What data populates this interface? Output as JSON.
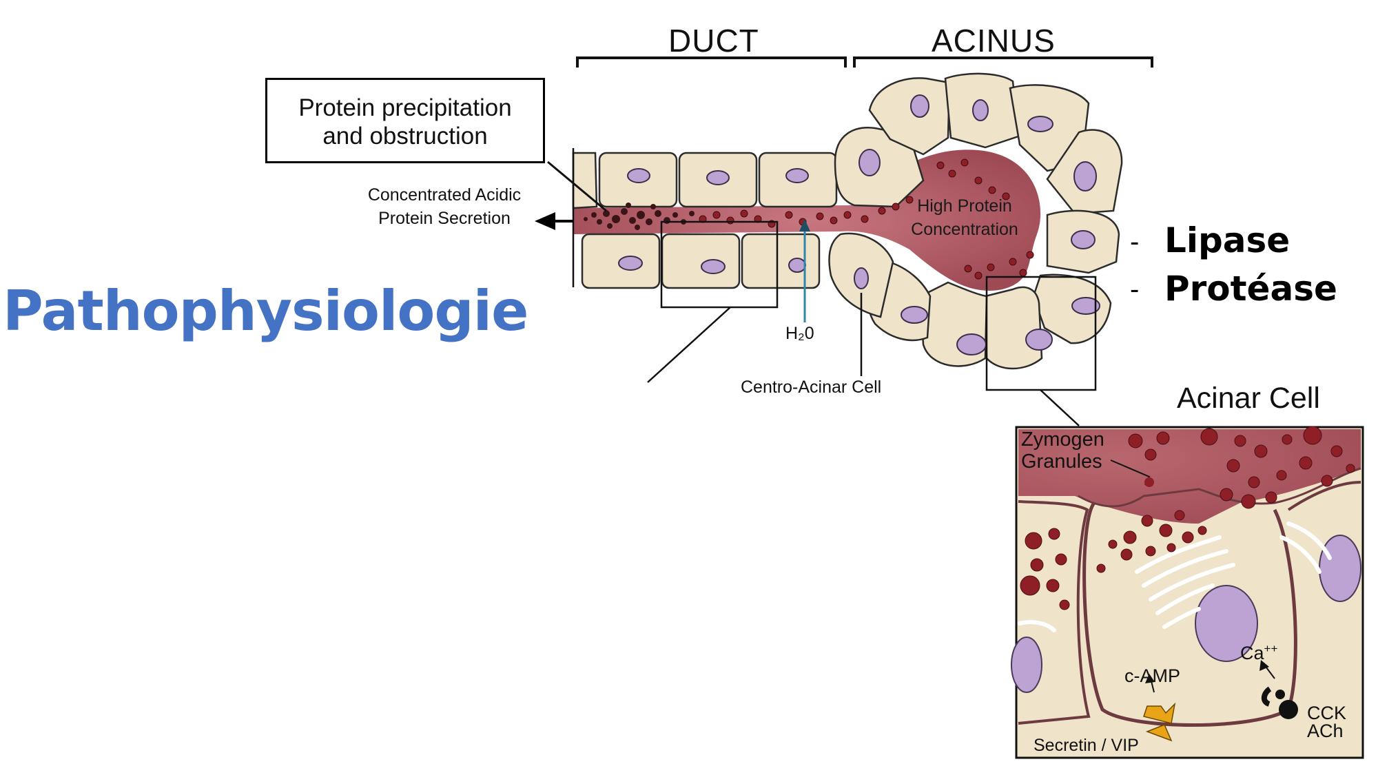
{
  "slide": {
    "title": "Pathophysiologie",
    "enzymes": [
      {
        "dash": "-",
        "label": "Lipase"
      },
      {
        "dash": "-",
        "label": "Protéase"
      }
    ]
  },
  "diagram": {
    "headers": {
      "duct": "DUCT",
      "acinus": "ACINUS"
    },
    "callout_line1": "Protein precipitation",
    "callout_line2": "and obstruction",
    "secretion_line1": "Concentrated Acidic",
    "secretion_line2": "Protein Secretion",
    "high_line1": "High Protein",
    "high_line2": "Concentration",
    "h2o": "H₂0",
    "centro_acinar": "Centro-Acinar Cell",
    "acinar_cell_title": "Acinar Cell",
    "zymogen_line1": "Zymogen",
    "zymogen_line2": "Granules",
    "camp": "c-AMP",
    "ca": "Ca",
    "ca_sup": "++",
    "cck": "CCK",
    "ach": "ACh",
    "secretin": "Secretin / VIP"
  },
  "colors": {
    "title": "#4472C4",
    "cell_fill": "#EFE3C9",
    "cell_stroke": "#2b2b2b",
    "nucleus": "#BCA3D3",
    "lumen": "#A65560",
    "granule": "#8E1F27",
    "arrow_h2o": "#2F86A8",
    "receptor": "#E8A317"
  }
}
